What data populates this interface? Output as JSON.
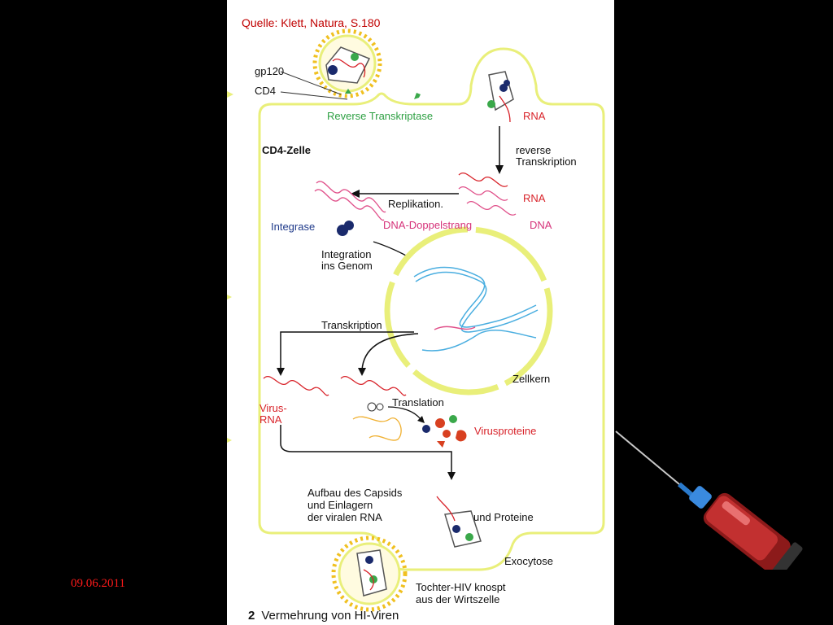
{
  "source": "Quelle: Klett, Natura, S.180",
  "date": "09.06.2011",
  "caption": {
    "number": "2",
    "text": "Vermehrung von HI-Viren"
  },
  "labels": {
    "gp120": "gp120",
    "cd4": "CD4",
    "reverse_transcriptase": "Reverse Transkriptase",
    "rna_top": "RNA",
    "cell": "CD4-Zelle",
    "reverse_transcription_1": "reverse",
    "reverse_transcription_2": "Transkription",
    "replication": "Replikation.",
    "rna_mid": "RNA",
    "integrase": "Integrase",
    "dna_double": "DNA-Doppelstrang",
    "dna": "DNA",
    "integration_1": "Integration",
    "integration_2": "ins Genom",
    "transcription": "Transkription",
    "nucleus": "Zellkern",
    "virus_rna_1": "Virus-",
    "virus_rna_2": "RNA",
    "translation": "Translation",
    "virus_proteins": "Virusproteine",
    "assembly_1": "Aufbau des Capsids",
    "assembly_2": "und Einlagern",
    "assembly_3": "der viralen RNA",
    "and_proteins": "und Proteine",
    "exocytosis": "Exocytose",
    "budding_1": "Tochter-HIV knospt",
    "budding_2": "aus der Wirtszelle"
  },
  "colors": {
    "membrane": "#e9ef7a",
    "rna": "#d8232a",
    "dna_pink": "#e0508a",
    "dna_blue": "#4aaee0",
    "capsid_dark": "#1a2a6c",
    "protein_green": "#3aa84a",
    "virus_envelope": "#f0c020"
  }
}
